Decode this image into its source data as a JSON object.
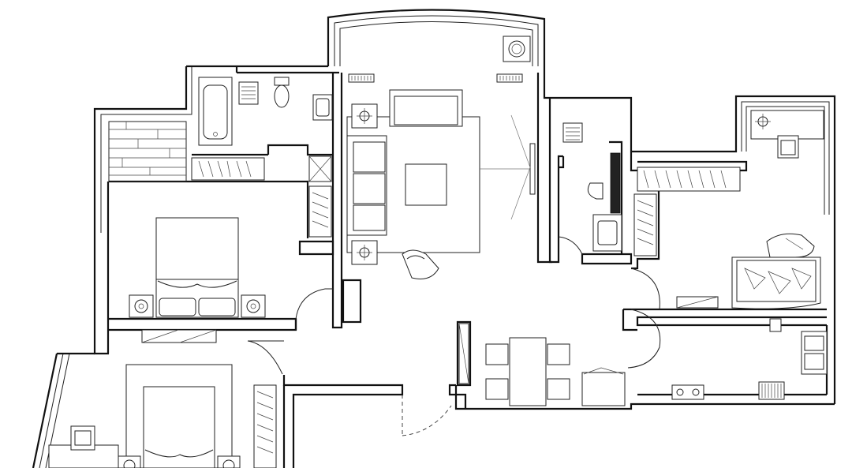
{
  "plan": {
    "type": "apartment floor plan (line drawing)",
    "text_labels": [],
    "colors": {
      "line": "#111111",
      "background": "#ffffff"
    },
    "rooms": [
      "balcony-top",
      "living-room",
      "bathroom-left",
      "bedroom-left",
      "study-bottom-left",
      "bedroom-bottom",
      "bathroom-right",
      "bedroom-right",
      "dining-area",
      "kitchen"
    ]
  }
}
